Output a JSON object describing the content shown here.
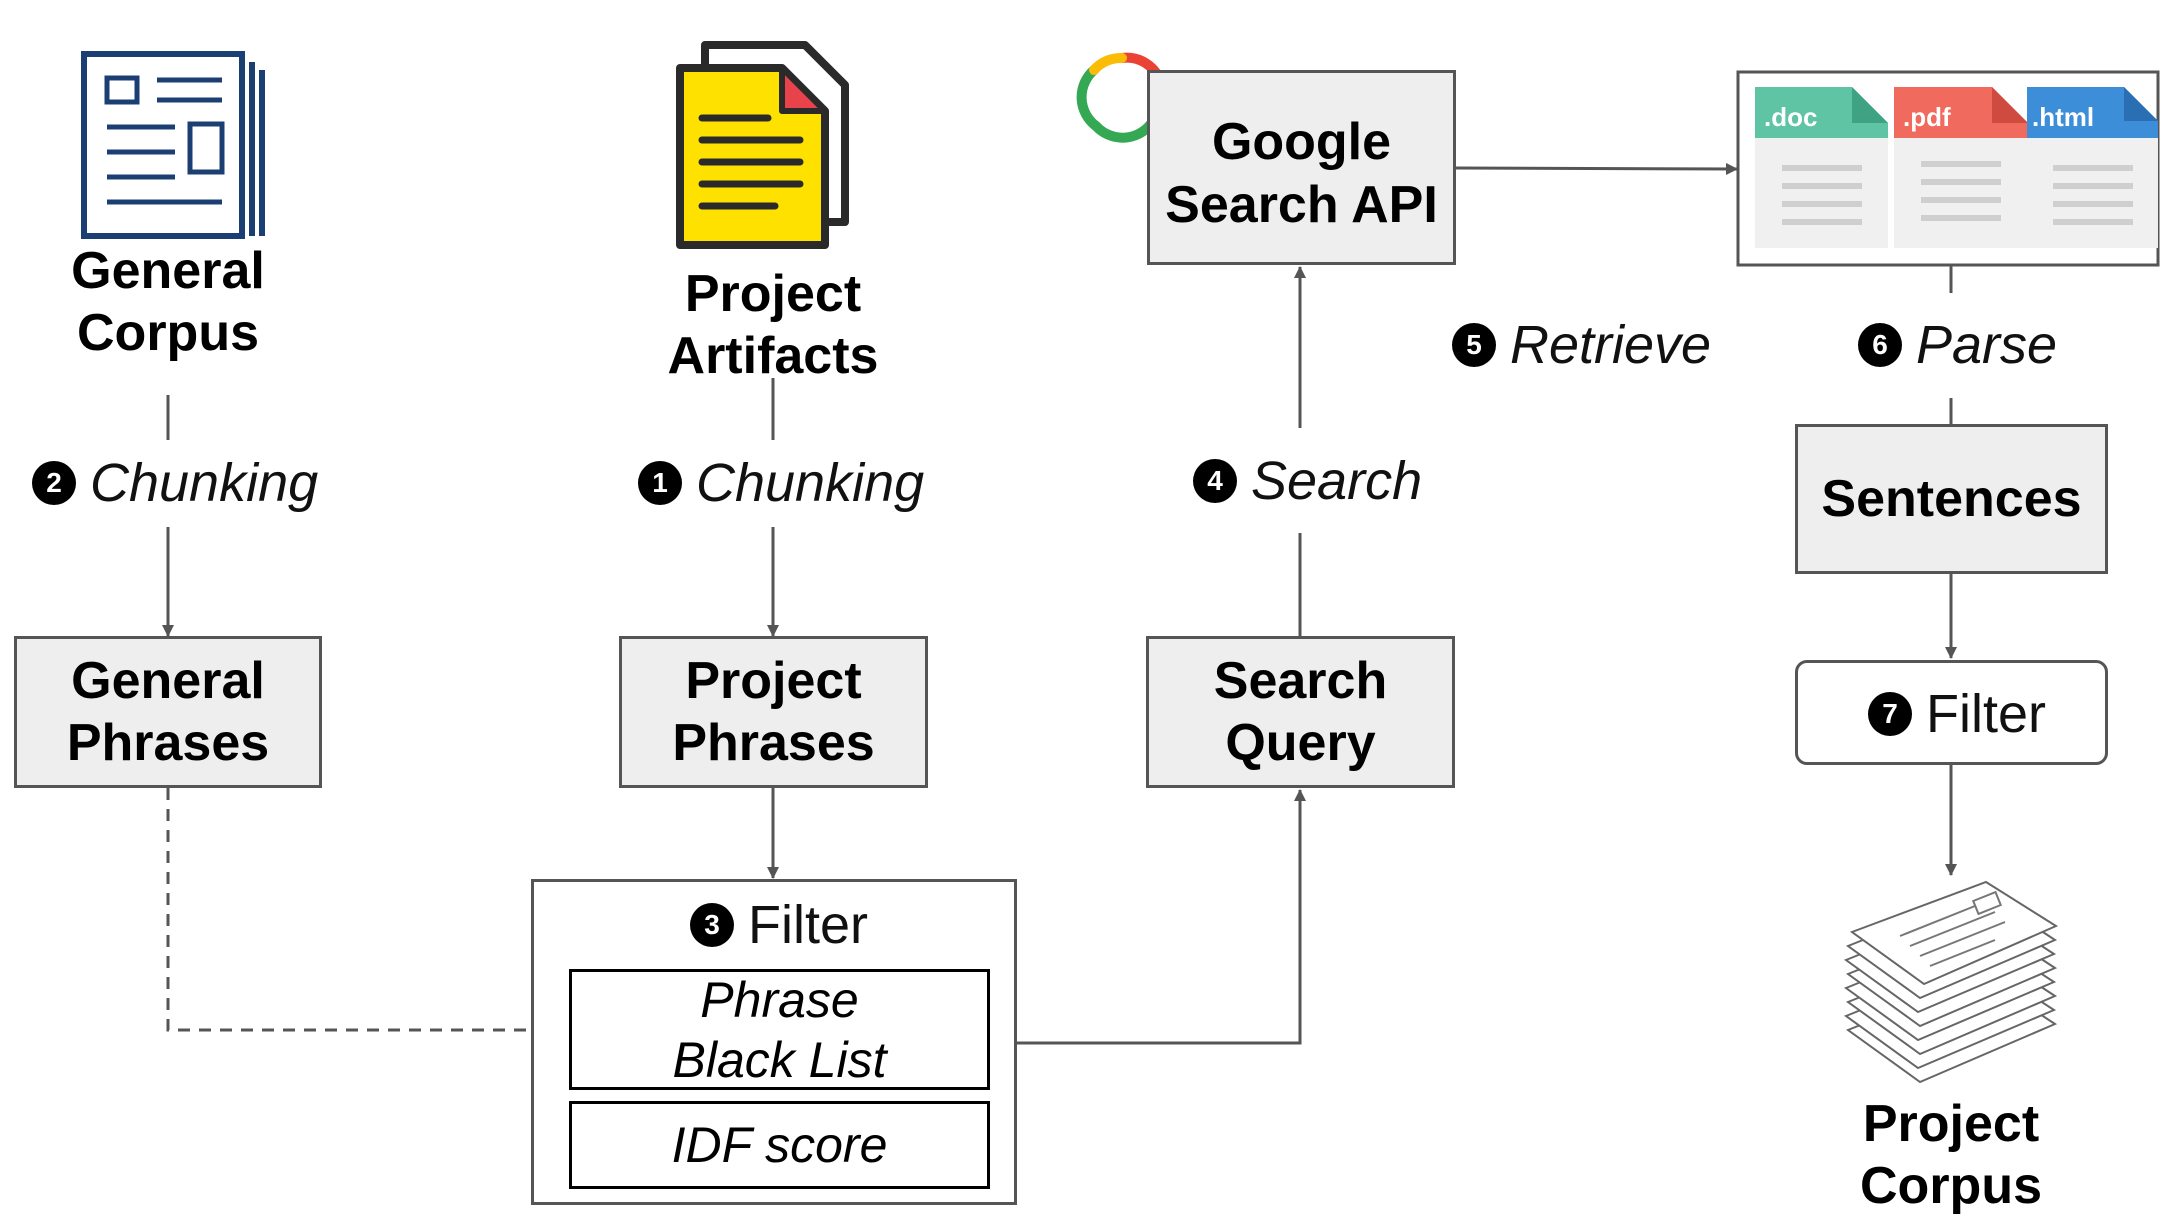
{
  "nodes": {
    "general_corpus": "General\nCorpus",
    "project_artifacts": "Project\nArtifacts",
    "google_api": "Google\nSearch API",
    "general_phrases": "General\nPhrases",
    "project_phrases": "Project\nPhrases",
    "search_query": "Search\nQuery",
    "sentences": "Sentences",
    "project_corpus": "Project\nCorpus",
    "phrase_black_list": "Phrase\nBlack List",
    "idf_score": "IDF score"
  },
  "files": {
    "doc": ".doc",
    "pdf": ".pdf",
    "html": ".html"
  },
  "steps": {
    "s1": {
      "num": "1",
      "label": "Chunking"
    },
    "s2": {
      "num": "2",
      "label": "Chunking"
    },
    "s3": {
      "num": "3",
      "label": "Filter"
    },
    "s4": {
      "num": "4",
      "label": "Search"
    },
    "s5": {
      "num": "5",
      "label": "Retrieve"
    },
    "s6": {
      "num": "6",
      "label": "Parse"
    },
    "s7": {
      "num": "7",
      "label": "Filter"
    }
  },
  "colors": {
    "box_fill": "#eeeeee",
    "box_border": "#555555",
    "arrow": "#555555",
    "corpus_icon": "#1b3f73",
    "artifact_yellow": "#ffe100",
    "doc": "#5fc4a4",
    "pdf": "#f06a5d",
    "html": "#3d8ed8"
  },
  "icons": [
    "newspaper-icon",
    "documents-icon",
    "google-search-icon",
    "file-types-icon",
    "paper-stack-icon"
  ]
}
